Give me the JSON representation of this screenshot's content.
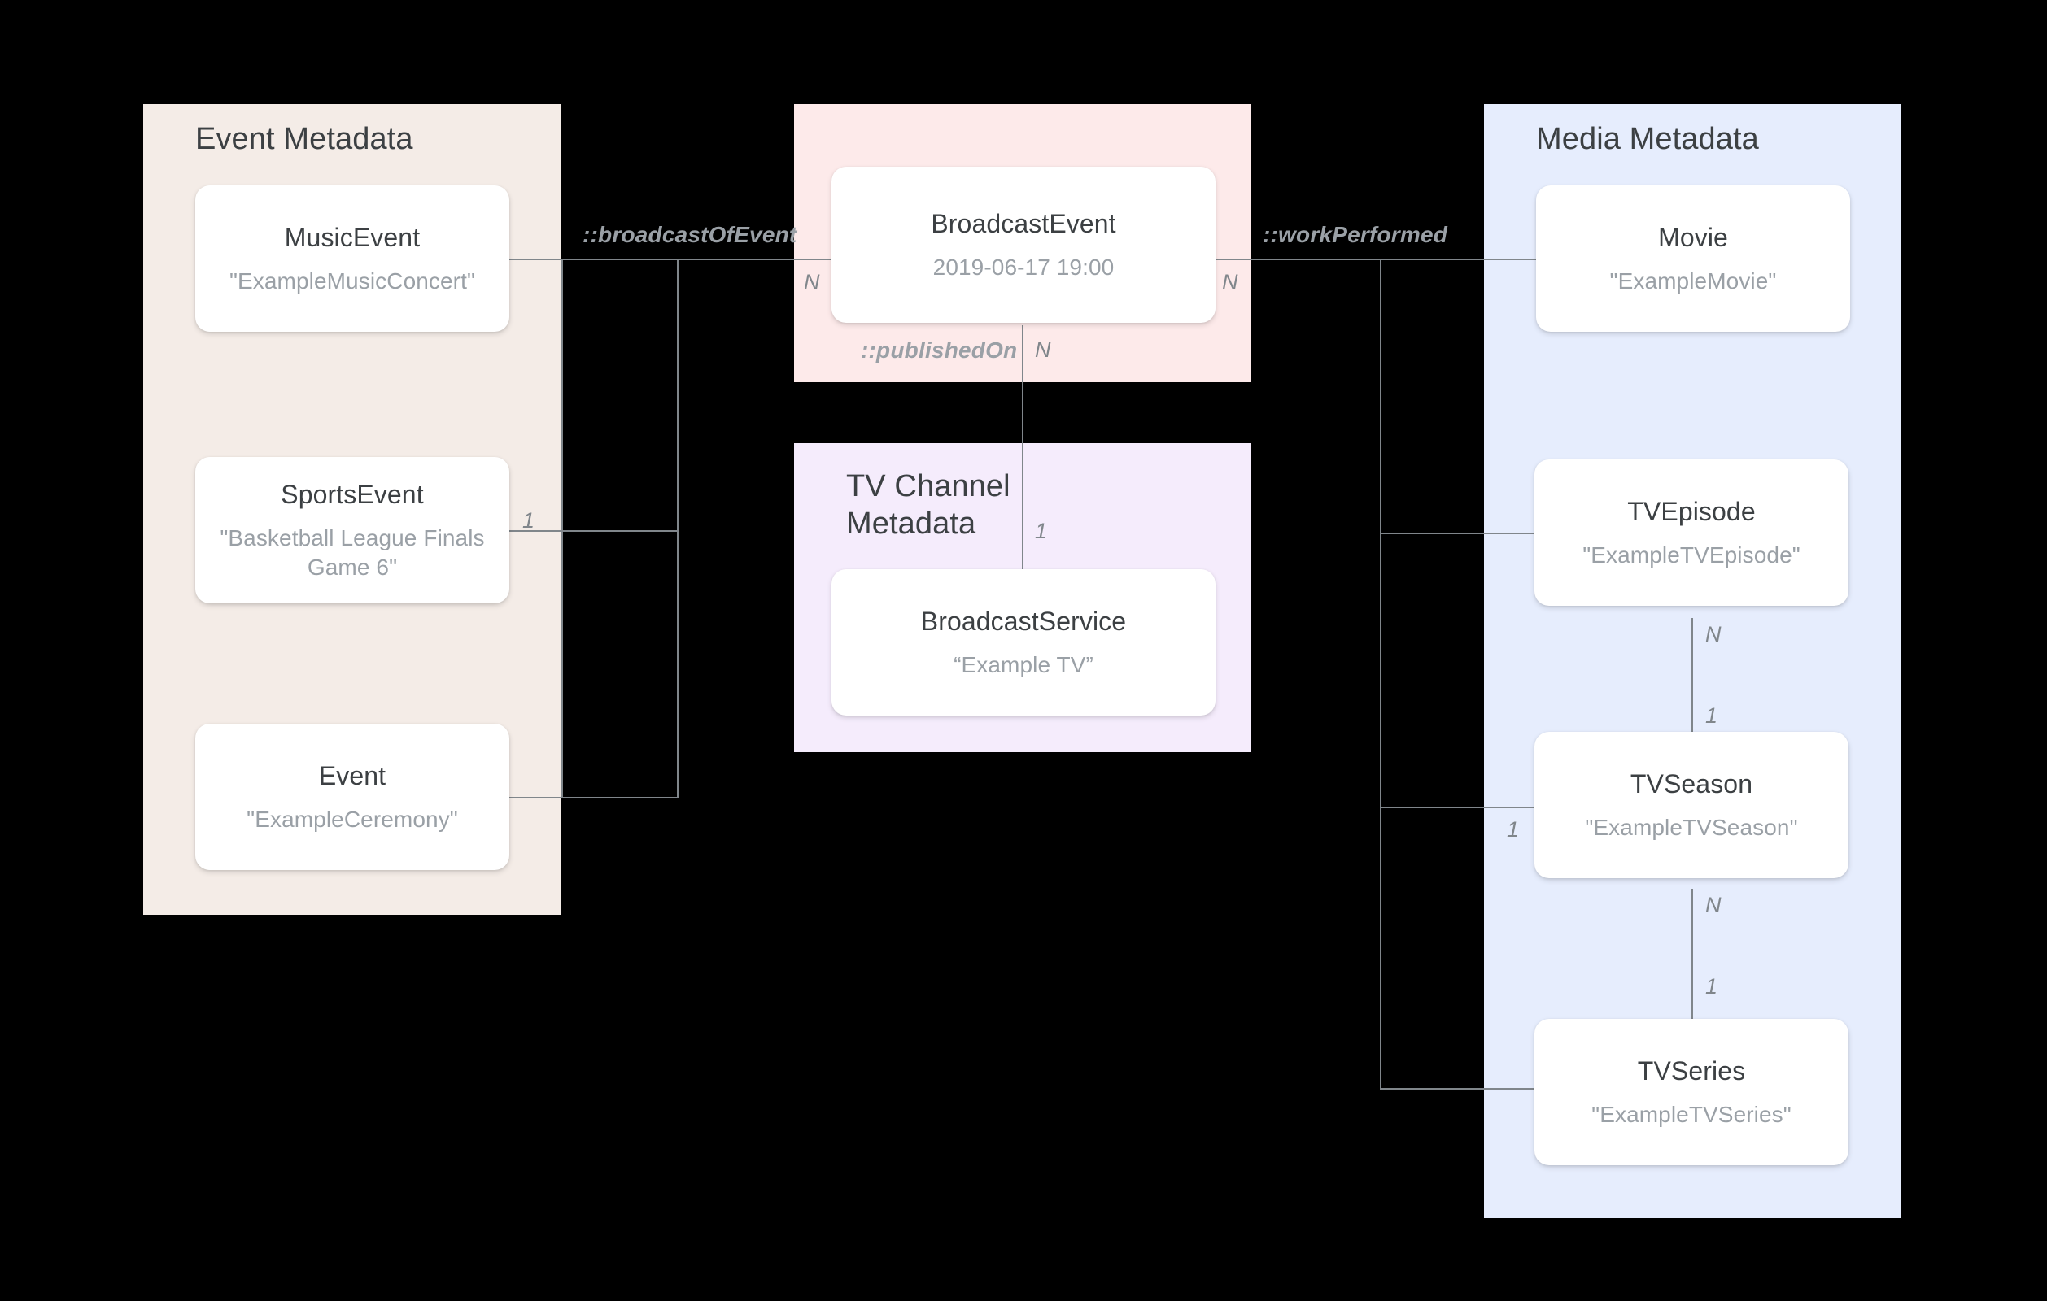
{
  "diagram": {
    "title": "Broadcast / Media metadata entity relationship diagram",
    "background": "#000000",
    "groups": [
      {
        "id": "event",
        "title": "Event Metadata",
        "color": "#f4ece7",
        "nodes": [
          {
            "id": "music-event",
            "type": "MusicEvent",
            "value": "\"ExampleMusicConcert\""
          },
          {
            "id": "sports-event",
            "type": "SportsEvent",
            "value": "\"Basketball League Finals Game 6\""
          },
          {
            "id": "event",
            "type": "Event",
            "value": "\"ExampleCeremony\""
          }
        ]
      },
      {
        "id": "broadcast",
        "title": "",
        "color": "#fdeaea",
        "nodes": [
          {
            "id": "broadcast-event",
            "type": "BroadcastEvent",
            "value": "2019-06-17 19:00"
          }
        ]
      },
      {
        "id": "tvchannel",
        "title": "TV Channel\nMetadata",
        "color": "#f5ecfc",
        "nodes": [
          {
            "id": "broadcast-service",
            "type": "BroadcastService",
            "value": "“Example TV”"
          }
        ]
      },
      {
        "id": "media",
        "title": "Media Metadata",
        "color": "#e6edfd",
        "nodes": [
          {
            "id": "movie",
            "type": "Movie",
            "value": "\"ExampleMovie\""
          },
          {
            "id": "tv-episode",
            "type": "TVEpisode",
            "value": "\"ExampleTVEpisode\""
          },
          {
            "id": "tv-season",
            "type": "TVSeason",
            "value": "\"ExampleTVSeason\""
          },
          {
            "id": "tv-series",
            "type": "TVSeries",
            "value": "\"ExampleTVSeries\""
          }
        ]
      }
    ],
    "relations": [
      {
        "id": "broadcast-of-event",
        "label": "::broadcastOfEvent"
      },
      {
        "id": "work-performed",
        "label": "::workPerformed"
      },
      {
        "id": "published-on",
        "label": "::publishedOn"
      }
    ],
    "cardinalities": {
      "broadcast_left": "N",
      "broadcast_right": "N",
      "published_on_top": "N",
      "published_on_bottom": "1",
      "sports_event": "1",
      "episode_to_season_n": "N",
      "episode_to_season_1": "1",
      "season_to_series_n": "N",
      "season_to_series_1": "1",
      "season_left": "1"
    },
    "colors": {
      "edge": "#80868b",
      "node_type_text": "#3c4043",
      "node_value_text": "#9aa0a6",
      "relation_label": "#9aa0a6",
      "node_fill": "#ffffff"
    }
  }
}
